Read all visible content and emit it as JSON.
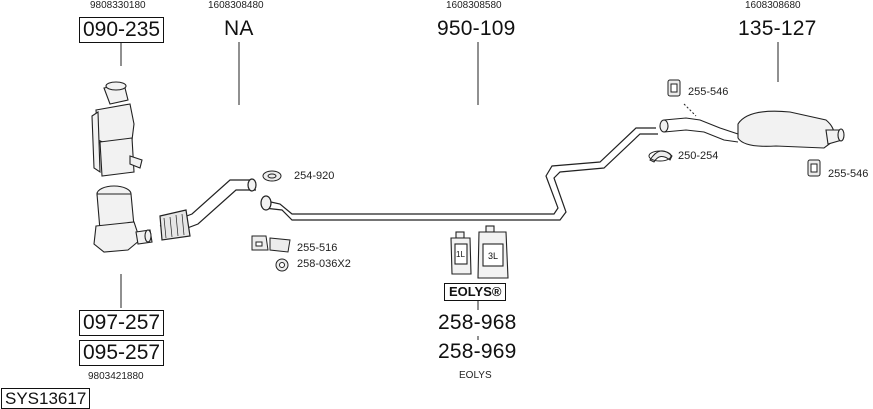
{
  "oem_numbers": {
    "cat_top": "9808330180",
    "front_pipe": "1608308480",
    "middle": "1608308580",
    "rear": "1608308680",
    "cat_bottom": "9803421880"
  },
  "parts": {
    "cat_top": "090-235",
    "front_pipe": "NA",
    "middle": "950-109",
    "rear": "135-127",
    "cat_bottom_1": "097-257",
    "cat_bottom_2": "095-257",
    "additive_1": "258-968",
    "additive_2": "258-969"
  },
  "fittings": {
    "clamp_254_920": "254-920",
    "bracket_255_516": "255-516",
    "nut_258_036": "258-036X2",
    "rubber_255_546_top": "255-546",
    "clamp_250_254": "250-254",
    "rubber_255_546_bottom": "255-546"
  },
  "containers": {
    "small_label": "1L",
    "large_label": "3L"
  },
  "brand": {
    "eolys_logo": "EOLYS®",
    "eolys_caption": "EOLYS"
  },
  "system_id": "SYS13617"
}
